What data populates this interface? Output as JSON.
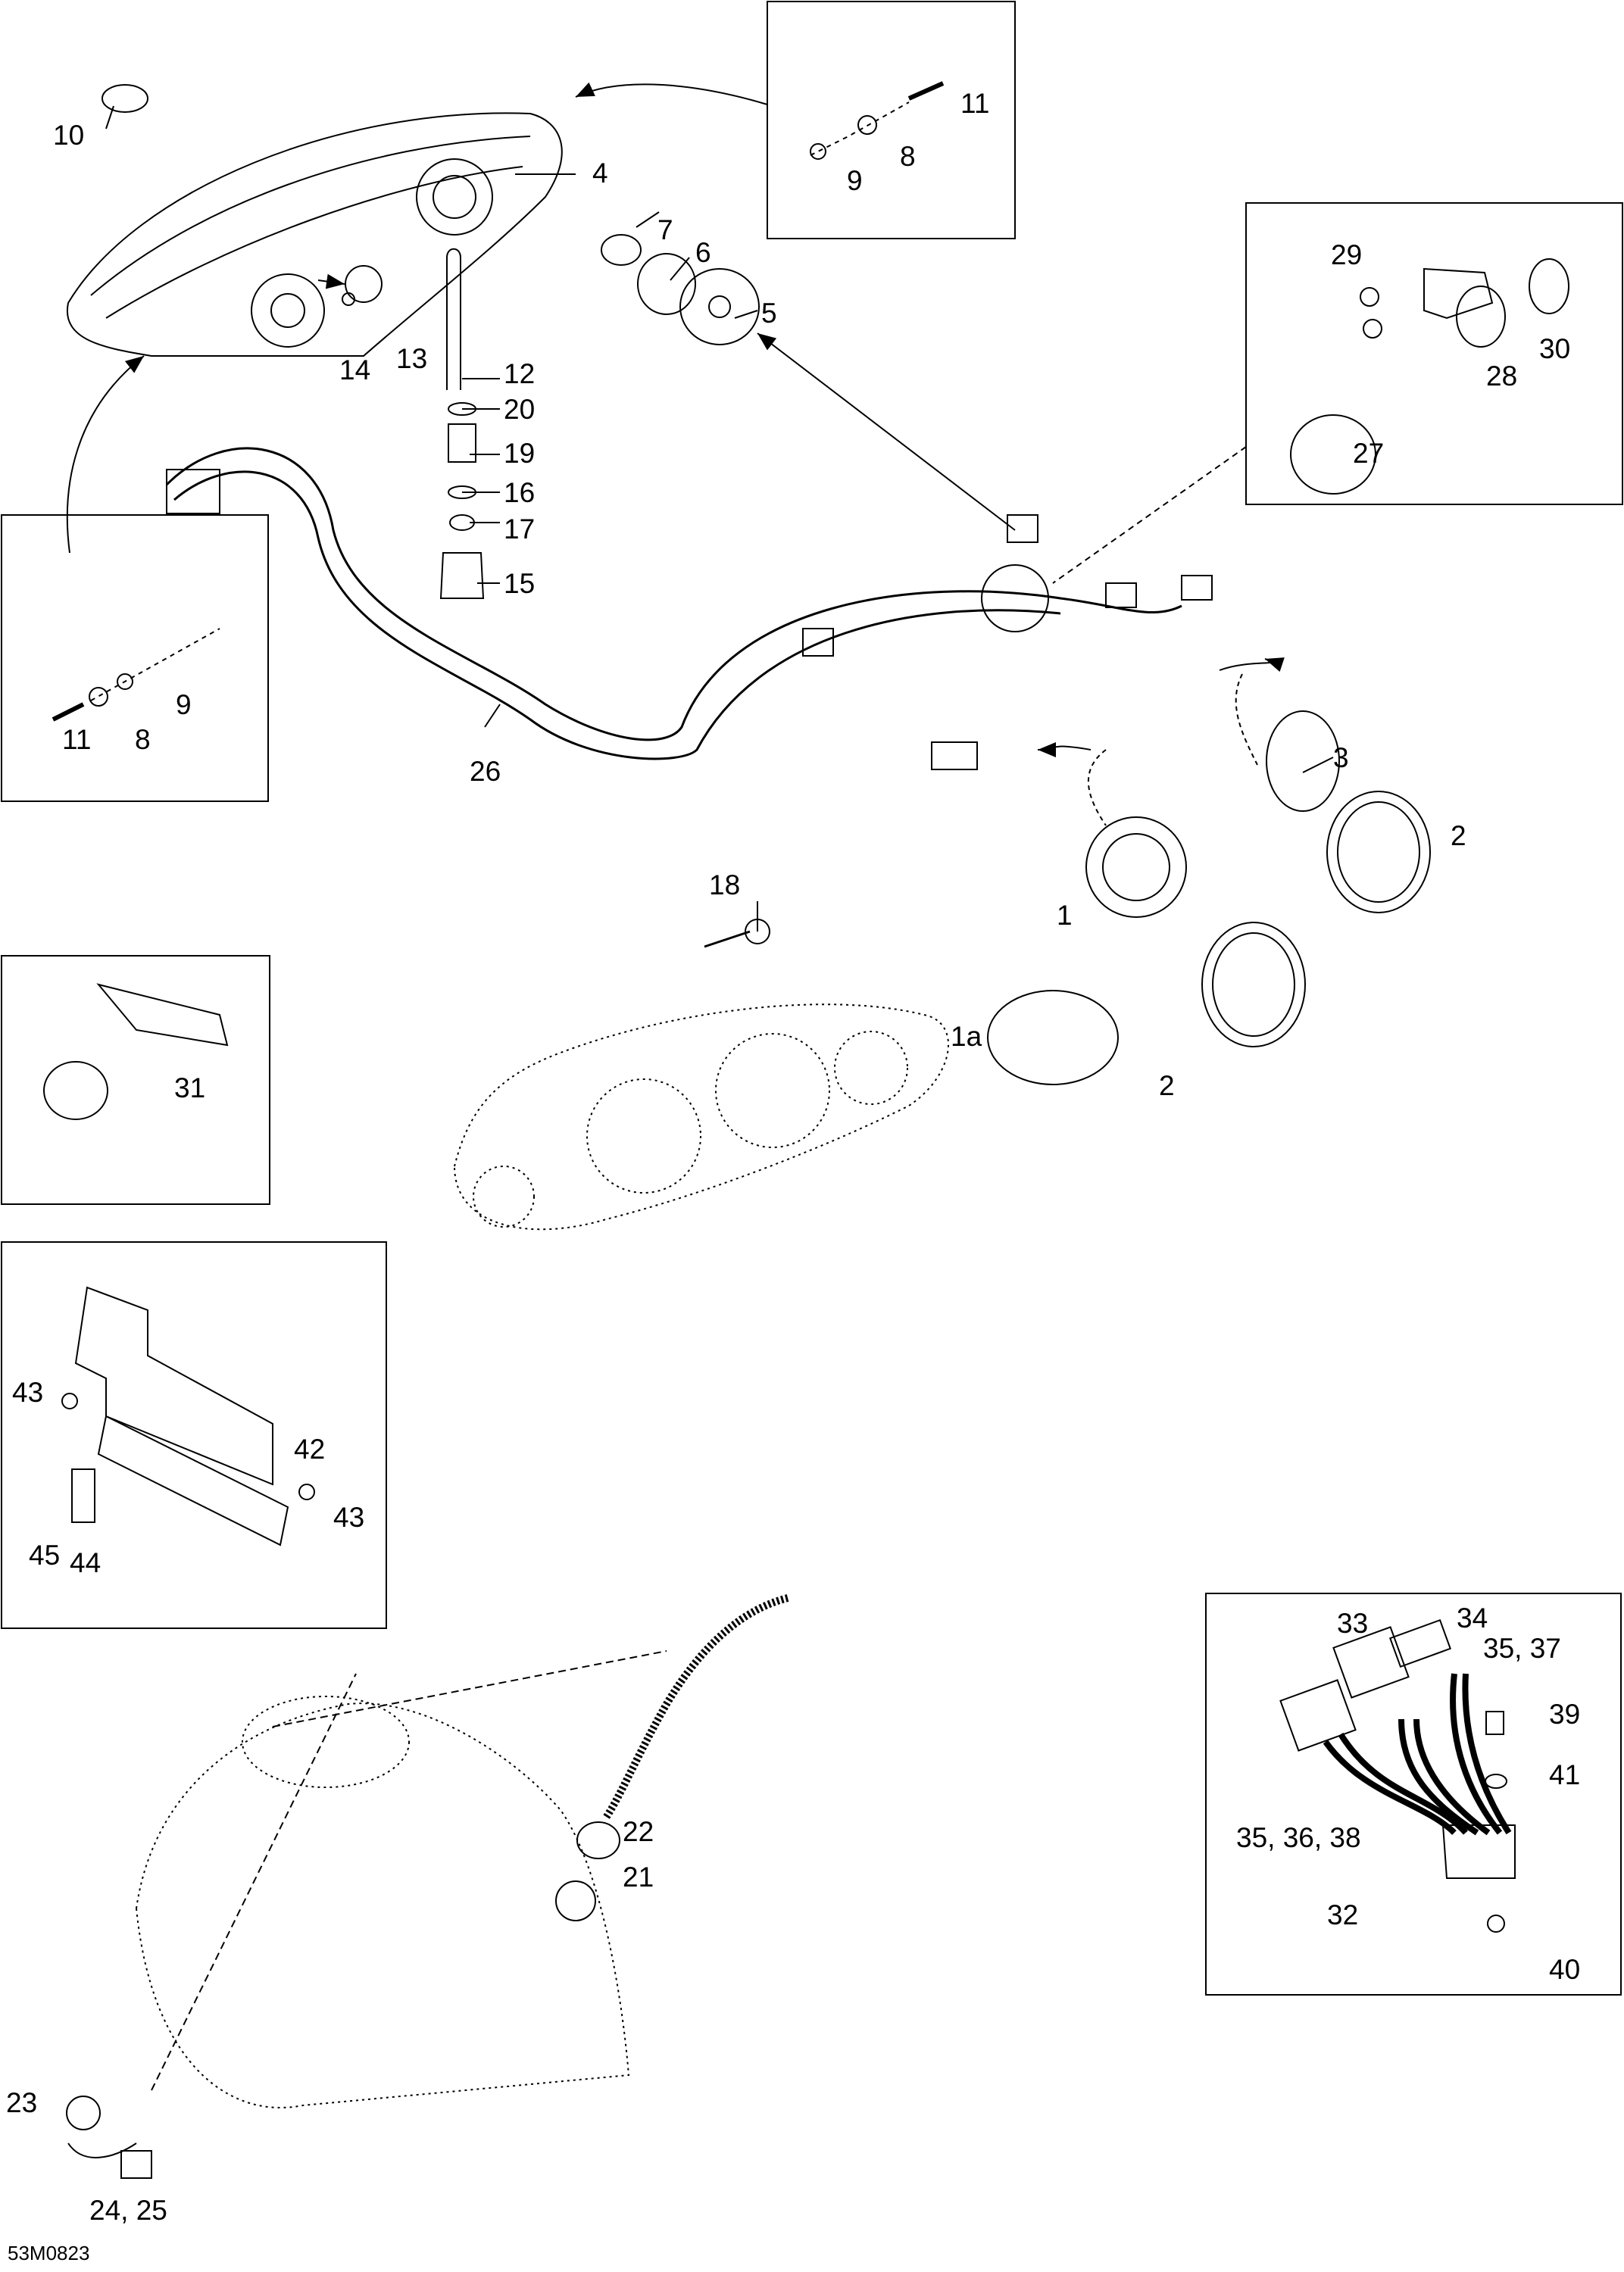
{
  "diagram": {
    "type": "exploded parts diagram",
    "drawing_code": "53M0823",
    "callouts": [
      {
        "id": "10",
        "text": "10"
      },
      {
        "id": "4",
        "text": "4"
      },
      {
        "id": "7",
        "text": "7"
      },
      {
        "id": "6",
        "text": "6"
      },
      {
        "id": "5",
        "text": "5"
      },
      {
        "id": "14",
        "text": "14"
      },
      {
        "id": "13",
        "text": "13"
      },
      {
        "id": "12",
        "text": "12"
      },
      {
        "id": "20",
        "text": "20"
      },
      {
        "id": "19",
        "text": "19"
      },
      {
        "id": "16",
        "text": "16"
      },
      {
        "id": "17",
        "text": "17"
      },
      {
        "id": "15",
        "text": "15"
      },
      {
        "id": "26",
        "text": "26"
      },
      {
        "id": "3",
        "text": "3"
      },
      {
        "id": "2a",
        "text": "2"
      },
      {
        "id": "1",
        "text": "1"
      },
      {
        "id": "2b",
        "text": "2"
      },
      {
        "id": "1a",
        "text": "1a"
      },
      {
        "id": "18",
        "text": "18"
      },
      {
        "id": "22",
        "text": "22"
      },
      {
        "id": "21",
        "text": "21"
      },
      {
        "id": "23",
        "text": "23"
      },
      {
        "id": "24-25",
        "text": "24, 25"
      }
    ],
    "boxes": [
      {
        "name": "headlamp-fasteners-box",
        "callouts": [
          {
            "text": "11"
          },
          {
            "text": "8"
          },
          {
            "text": "9"
          }
        ]
      },
      {
        "name": "left-fasteners-box",
        "callouts": [
          {
            "text": "9"
          },
          {
            "text": "11"
          },
          {
            "text": "8"
          }
        ]
      },
      {
        "name": "sender-box",
        "callouts": [
          {
            "text": "29"
          },
          {
            "text": "30"
          },
          {
            "text": "28"
          },
          {
            "text": "27"
          }
        ]
      },
      {
        "name": "relay-box",
        "callouts": [
          {
            "text": "31"
          }
        ]
      },
      {
        "name": "bracket-box",
        "callouts": [
          {
            "text": "43"
          },
          {
            "text": "42"
          },
          {
            "text": "43"
          },
          {
            "text": "45"
          },
          {
            "text": "44"
          }
        ]
      },
      {
        "name": "regulator-box",
        "callouts": [
          {
            "text": "33"
          },
          {
            "text": "34"
          },
          {
            "text": "35, 37"
          },
          {
            "text": "39"
          },
          {
            "text": "41"
          },
          {
            "text": "35, 36, 38"
          },
          {
            "text": "32"
          },
          {
            "text": "40"
          }
        ]
      }
    ]
  }
}
